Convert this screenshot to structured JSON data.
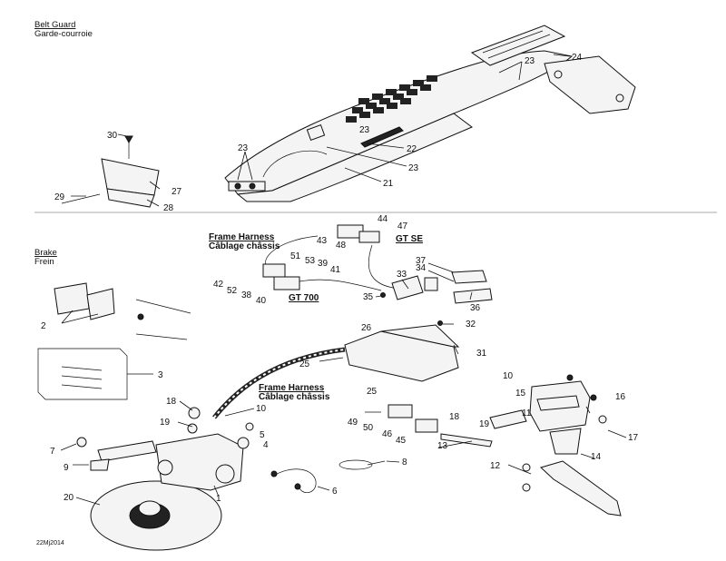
{
  "sections": {
    "belt_guard": {
      "title_en": "Belt Guard",
      "title_fr": "Garde-courroie"
    },
    "brake": {
      "title_en": "Brake",
      "title_fr": "Frein"
    }
  },
  "harness_top": {
    "en": "Frame Harness",
    "fr": "Câblage châssis",
    "variant_a": "GT SE",
    "variant_b": "GT 700"
  },
  "harness_bottom": {
    "en": "Frame Harness",
    "fr": "Câblage châssis"
  },
  "callouts": [
    "30",
    "27",
    "29",
    "28",
    "23",
    "23",
    "23",
    "21",
    "22",
    "23",
    "24",
    "44",
    "47",
    "43",
    "48",
    "51",
    "53",
    "39",
    "41",
    "42",
    "52",
    "38",
    "40",
    "33",
    "35",
    "37",
    "34",
    "36",
    "32",
    "26",
    "31",
    "25",
    "2",
    "3",
    "18",
    "19",
    "10",
    "5",
    "4",
    "7",
    "9",
    "20",
    "1",
    "6",
    "8",
    "25",
    "49",
    "50",
    "46",
    "45",
    "13",
    "18",
    "19",
    "10",
    "15",
    "11",
    "16",
    "17",
    "14",
    "12"
  ],
  "figure_code": "22Mj2014"
}
